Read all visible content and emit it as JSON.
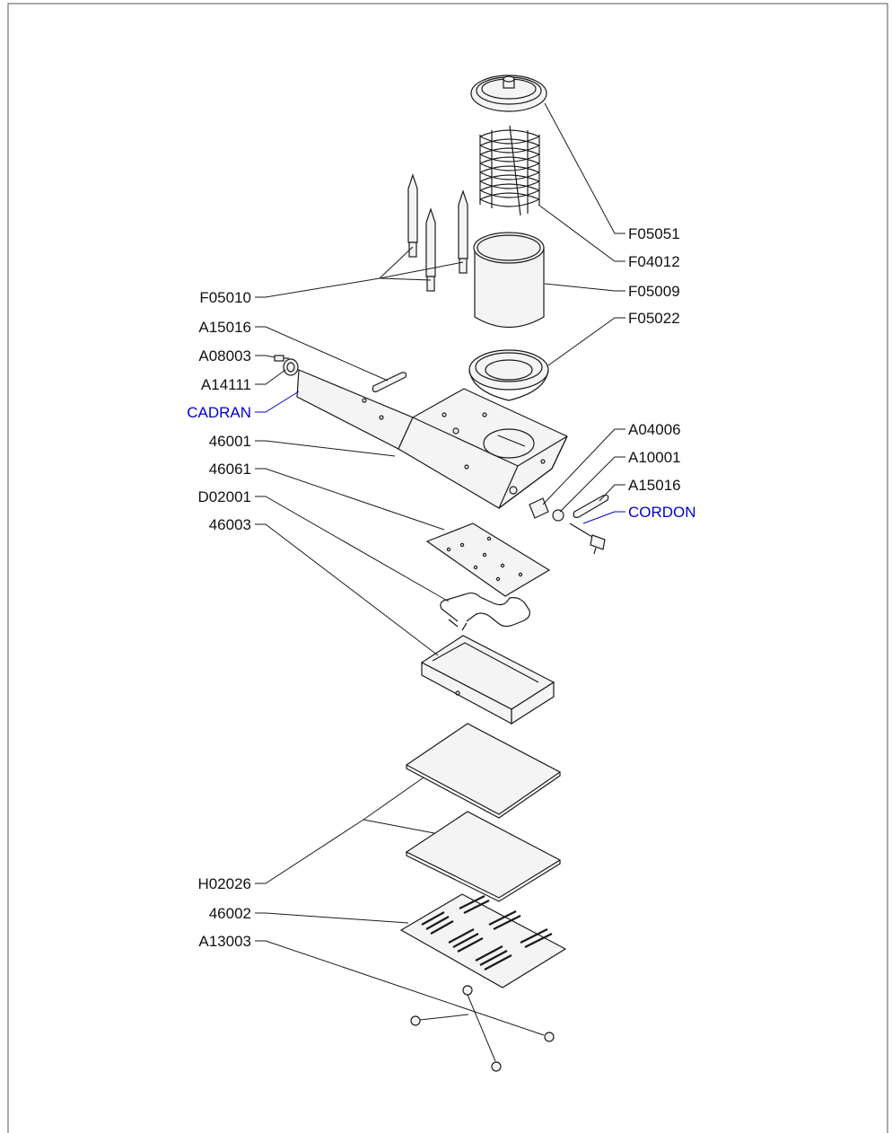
{
  "colors": {
    "label": "#111111",
    "accent_label": "#0000cc",
    "line": "#1a1a1a",
    "frame": "#555555"
  },
  "labels": {
    "F05051": "F05051",
    "F04012": "F04012",
    "F05009": "F05009",
    "F05022": "F05022",
    "F05010": "F05010",
    "A15016_left": "A15016",
    "A08003": "A08003",
    "A14111": "A14111",
    "CADRAN": "CADRAN",
    "n46001": "46001",
    "n46061": "46061",
    "D02001": "D02001",
    "n46003": "46003",
    "A04006": "A04006",
    "A10001": "A10001",
    "A15016_right": "A15016",
    "CORDON": "CORDON",
    "H02026": "H02026",
    "n46002": "46002",
    "A13003": "A13003"
  }
}
